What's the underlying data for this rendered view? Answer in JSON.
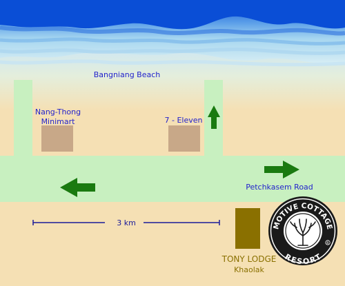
{
  "map": {
    "beach_label": "Bangniang Beach",
    "road_label": "Petchkasem Road",
    "landmarks": [
      {
        "name_line1": "Nang-Thong",
        "name_line2": "Minimart"
      },
      {
        "name_line1": "7 - Eleven",
        "name_line2": ""
      }
    ],
    "scale": {
      "label": "3 km"
    },
    "lodge": {
      "name": "TONY LODGE",
      "area": "Khaolak"
    },
    "logo": {
      "text_top": "MOTIVE COTTAGE",
      "text_bottom": "RESORT",
      "trademark": "R"
    }
  },
  "colors": {
    "sea_deep": "#0a4ed6",
    "sea_light": "#bfe3f5",
    "sand": "#f5e0b4",
    "road": "#c8f0c0",
    "building": "#c8a888",
    "arrow": "#1a7a10",
    "lodge": "#8a7000",
    "label": "#2222cc"
  },
  "icons": [
    "up-arrow-icon",
    "right-arrow-icon",
    "left-arrow-icon",
    "tree-icon"
  ]
}
